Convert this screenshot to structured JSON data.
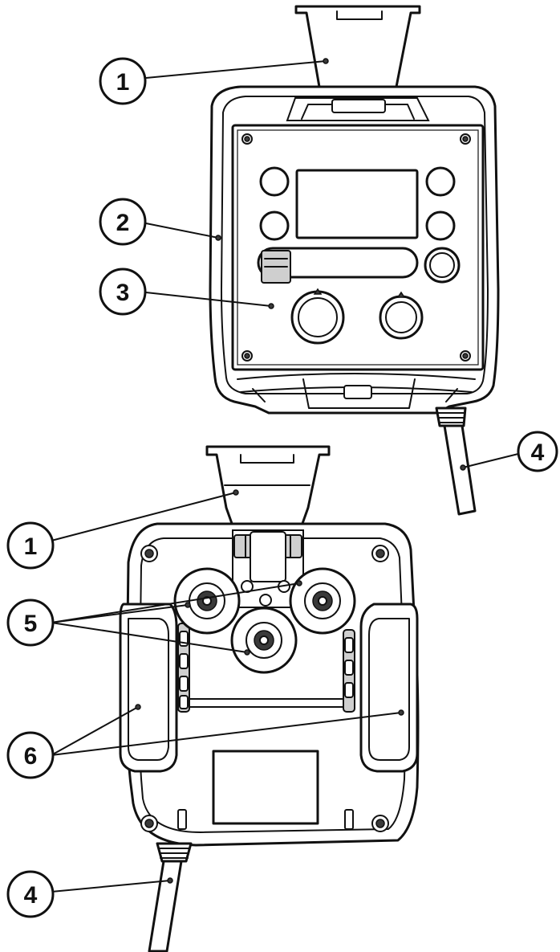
{
  "callouts": {
    "c1_front": "1",
    "c2": "2",
    "c3": "3",
    "c4_front": "4",
    "c1_back": "1",
    "c5": "5",
    "c6": "6",
    "c4_back": "4"
  },
  "colors": {
    "line": "#111111",
    "background": "#ffffff",
    "shade": "#cfcfcf"
  }
}
